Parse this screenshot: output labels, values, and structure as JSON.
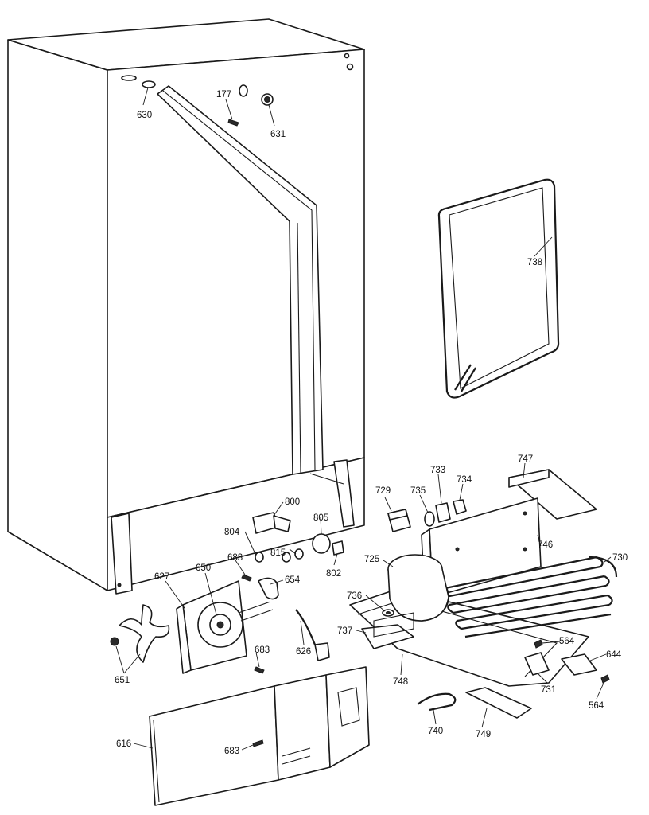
{
  "callouts": [
    {
      "id": "630",
      "text": "630"
    },
    {
      "id": "177",
      "text": "177"
    },
    {
      "id": "631",
      "text": "631"
    },
    {
      "id": "738",
      "text": "738"
    },
    {
      "id": "747",
      "text": "747"
    },
    {
      "id": "733",
      "text": "733"
    },
    {
      "id": "734",
      "text": "734"
    },
    {
      "id": "735",
      "text": "735"
    },
    {
      "id": "729",
      "text": "729"
    },
    {
      "id": "800",
      "text": "800"
    },
    {
      "id": "805",
      "text": "805"
    },
    {
      "id": "804",
      "text": "804"
    },
    {
      "id": "815",
      "text": "815"
    },
    {
      "id": "802",
      "text": "802"
    },
    {
      "id": "746",
      "text": "746"
    },
    {
      "id": "725",
      "text": "725"
    },
    {
      "id": "730",
      "text": "730"
    },
    {
      "id": "683a",
      "text": "683"
    },
    {
      "id": "654",
      "text": "654"
    },
    {
      "id": "650",
      "text": "650"
    },
    {
      "id": "627",
      "text": "627"
    },
    {
      "id": "736",
      "text": "736"
    },
    {
      "id": "737",
      "text": "737"
    },
    {
      "id": "626",
      "text": "626"
    },
    {
      "id": "683b",
      "text": "683"
    },
    {
      "id": "564a",
      "text": "564"
    },
    {
      "id": "644",
      "text": "644"
    },
    {
      "id": "651",
      "text": "651"
    },
    {
      "id": "748",
      "text": "748"
    },
    {
      "id": "731",
      "text": "731"
    },
    {
      "id": "564b",
      "text": "564"
    },
    {
      "id": "740",
      "text": "740"
    },
    {
      "id": "749",
      "text": "749"
    },
    {
      "id": "616",
      "text": "616"
    },
    {
      "id": "683c",
      "text": "683"
    }
  ]
}
